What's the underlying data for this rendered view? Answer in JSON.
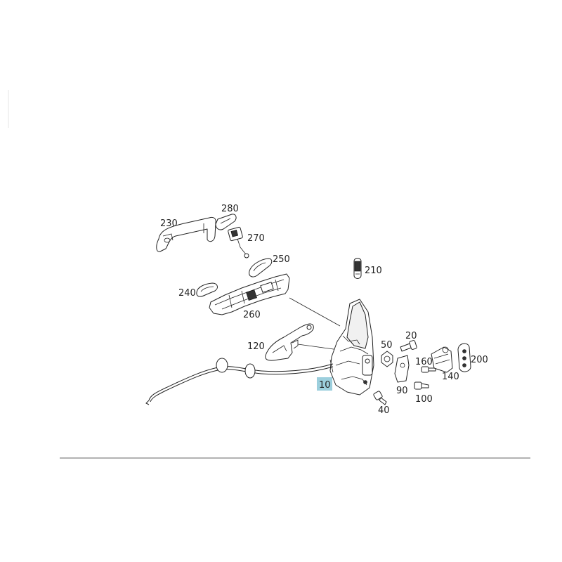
{
  "callouts": {
    "c10": "10",
    "c20": "20",
    "c40": "40",
    "c50": "50",
    "c90": "90",
    "c100": "100",
    "c120": "120",
    "c140": "140",
    "c160": "160",
    "c200": "200",
    "c210": "210",
    "c230": "230",
    "c240": "240",
    "c250": "250",
    "c260": "260",
    "c270": "270",
    "c280": "280"
  },
  "highlighted_callout": "10",
  "colors": {
    "highlight": "#9ccfdd",
    "line": "#222222",
    "separator": "#666666"
  }
}
